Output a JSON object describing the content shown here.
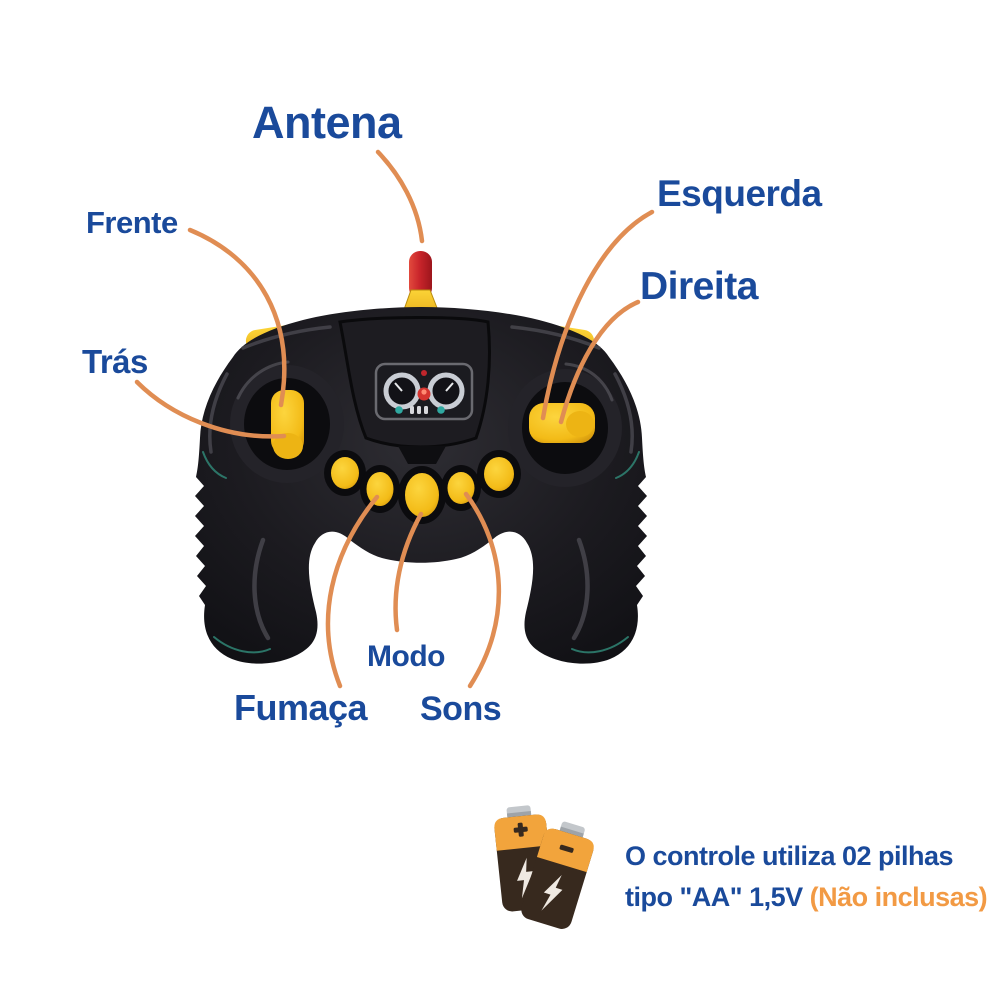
{
  "diagram": {
    "labels": {
      "antena": "Antena",
      "frente": "Frente",
      "tras": "Trás",
      "esquerda": "Esquerda",
      "direita": "Direita",
      "modo": "Modo",
      "fumaca": "Fumaça",
      "sons": "Sons"
    }
  },
  "battery_note": {
    "line1": "O controle utiliza 02 pilhas",
    "line2_prefix": "tipo \"AA\" 1,5V ",
    "line2_highlight": "(Não inclusas)"
  },
  "icons": {
    "battery": "battery-icon",
    "antenna": "antenna-icon"
  },
  "colors": {
    "label_blue": "#1a4a9b",
    "connector_orange": "#e08d53",
    "note_highlight_orange": "#f29a44",
    "button_yellow": "#f7c41d",
    "antenna_red": "#c9252b",
    "controller_body": "#17161a",
    "background": "#ffffff"
  }
}
